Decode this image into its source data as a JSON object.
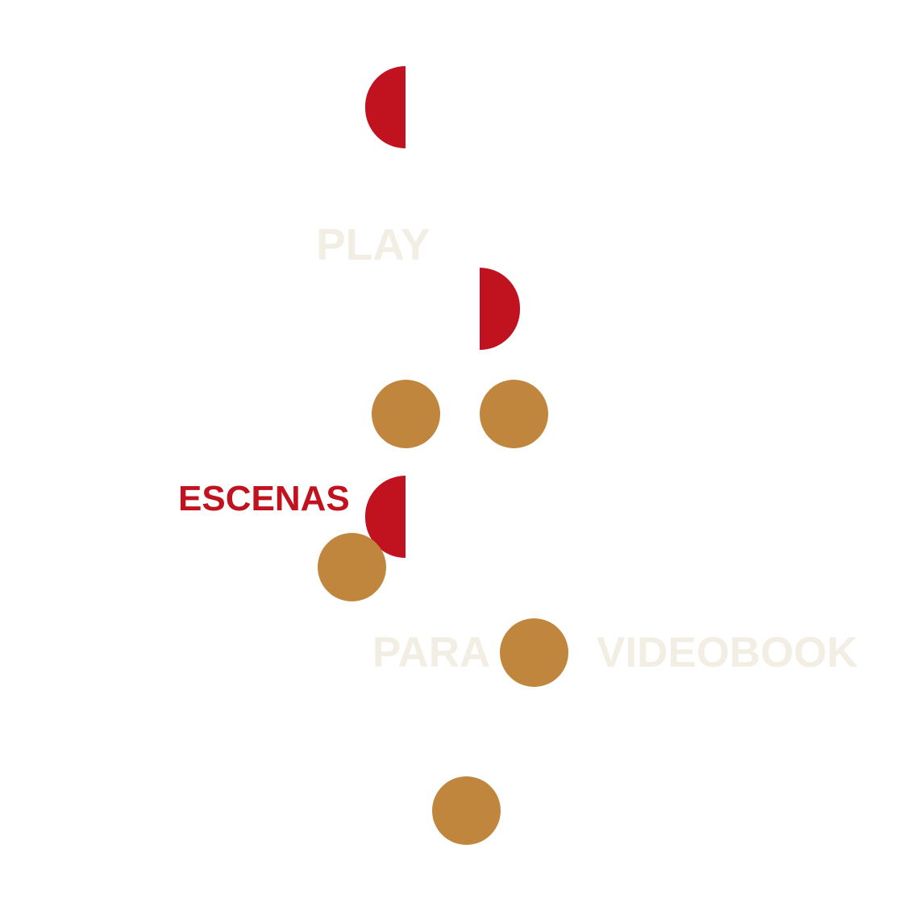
{
  "words": {
    "play": "PLAY",
    "escenas": "ESCENAS",
    "para": "PARA",
    "videobook": "VIDEOBOOK"
  },
  "colors": {
    "red": "#C1121F",
    "gold": "#C0863D",
    "beige": "#F2EEE4"
  }
}
